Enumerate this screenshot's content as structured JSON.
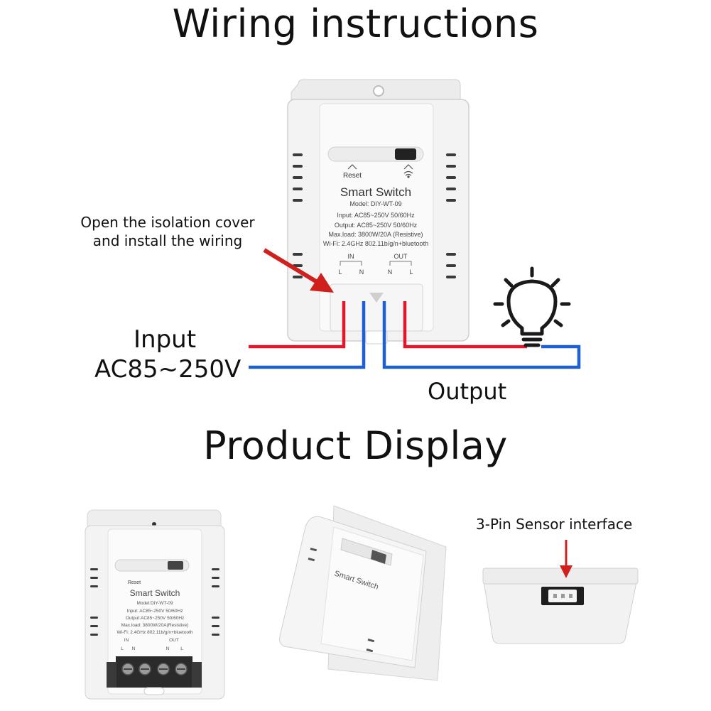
{
  "titles": {
    "wiring": "Wiring instructions",
    "display": "Product Display"
  },
  "annotations": {
    "open_cover_line1": "Open the isolation cover",
    "open_cover_line2": "and install the wiring",
    "input": "Input",
    "input_range": "AC85~250V",
    "output": "Output",
    "sensor": "3-Pin Sensor interface"
  },
  "device": {
    "reset_label": "Reset",
    "name": "Smart Switch",
    "model": "Model: DIY-WT-09",
    "input_spec": "Input: AC85~250V 50/60Hz",
    "output_spec": "Output: AC85~250V 50/60Hz",
    "max_load": "Max.load: 3800W/20A (Resistive)",
    "wifi": "Wi-Fi: 2.4GHz 802.11b/g/n+bluetooth",
    "in_label": "IN",
    "out_label": "OUT",
    "l": "L",
    "n": "N"
  },
  "device_front": {
    "reset_label": "Reset",
    "name": "Smart Switch",
    "model": "Model:DIY-WT-09",
    "input_spec": "Input: AC85~250V 50/60Hz",
    "output_spec": "Output:AC85~250V 50/60Hz",
    "max_load": "Max.load: 3800W/20A(Resistive)",
    "wifi": "Wi-Fi: 2.4GHz 802.11b/g/n+bluetooth"
  },
  "colors": {
    "live_wire": "#e0182d",
    "neutral_wire": "#1e5fd6",
    "arrow": "#d0201e",
    "device_body": "#f2f2f2",
    "terminal_block": "#2b2b2b"
  }
}
